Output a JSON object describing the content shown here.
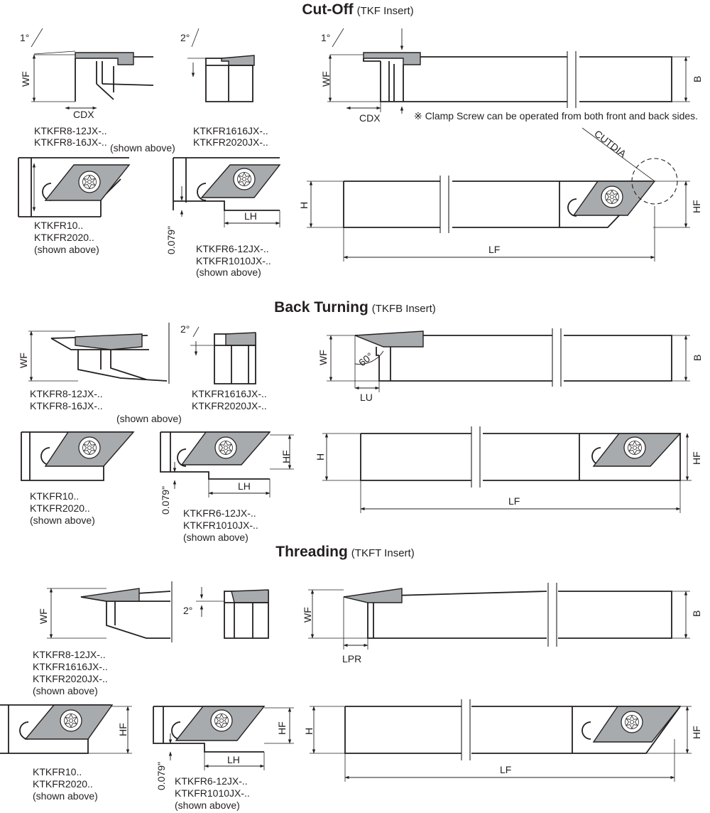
{
  "sections": [
    {
      "id": "cutoff",
      "title": "Cut-Off",
      "subtitle": "(TKF Insert)"
    },
    {
      "id": "backturning",
      "title": "Back Turning",
      "subtitle": "(TKFB Insert)"
    },
    {
      "id": "threading",
      "title": "Threading",
      "subtitle": "(TKFT Insert)"
    }
  ],
  "angles": {
    "one_deg": "1°",
    "two_deg": "2°",
    "sixty_deg": "60°"
  },
  "dims": {
    "wf": "WF",
    "cdx": "CDX",
    "b": "B",
    "h": "H",
    "hf": "HF",
    "lf": "LF",
    "lh": "LH",
    "lu": "LU",
    "lpr": "LPR",
    "cutdia": "CUTDIA",
    "offset": "0.079\""
  },
  "note": "※ Clamp Screw can be operated from both front and back sides.",
  "labels": {
    "co_side1": [
      "KTKFR8-12JX-..",
      "KTKFR8-16JX-.."
    ],
    "co_side1_shown": "(shown above)",
    "co_side2": [
      "KTKFR1616JX-..",
      "KTKFR2020JX-.."
    ],
    "co_top1": [
      "KTKFR10..",
      "KTKFR2020..",
      "(shown above)"
    ],
    "co_top2": [
      "KTKFR6-12JX-..",
      "KTKFR1010JX-..",
      "(shown above)"
    ],
    "bt_side1": [
      "KTKFR8-12JX-..",
      "KTKFR8-16JX-.."
    ],
    "bt_side2": [
      "KTKFR1616JX-..",
      "KTKFR2020JX-.."
    ],
    "bt_shown": "(shown above)",
    "bt_top1": [
      "KTKFR10..",
      "KTKFR2020..",
      "(shown above)"
    ],
    "bt_top2": [
      "KTKFR6-12JX-..",
      "KTKFR1010JX-..",
      "(shown above)"
    ],
    "th_side1": [
      "KTKFR8-12JX-..",
      "KTKFR1616JX-..",
      "KTKFR2020JX-..",
      "(shown above)"
    ],
    "th_top1": [
      "KTKFR10..",
      "KTKFR2020..",
      "(shown above)"
    ],
    "th_top2": [
      "KTKFR6-12JX-..",
      "KTKFR1010JX-..",
      "(shown above)"
    ]
  }
}
